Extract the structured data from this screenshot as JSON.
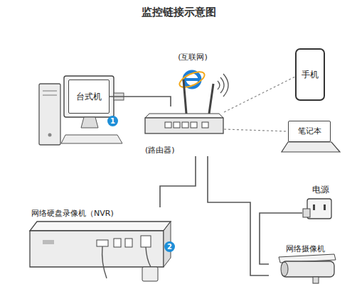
{
  "diagram": {
    "title": "监控链接示意图",
    "nodes": [
      {
        "text": [
          "(互联网)"
        ]
      },
      {
        "text": [
          "台式机"
        ]
      },
      {
        "text": [
          "手机"
        ]
      },
      {
        "text": [
          "(路由器)"
        ]
      },
      {
        "text": [
          "笔记本"
        ]
      },
      {
        "text": [
          "电源"
        ]
      },
      {
        "text": [
          "网络硬盘录像机（NVR)"
        ]
      },
      {
        "text": [
          "网络摄像机"
        ]
      }
    ],
    "edges": [
      {
        "from": 1,
        "to": 3,
        "arrow": "none"
      },
      {
        "from": 3,
        "to": 2,
        "arrow": "none"
      },
      {
        "from": 3,
        "to": 4,
        "arrow": "none"
      },
      {
        "from": 3,
        "to": 6,
        "arrow": "none"
      },
      {
        "from": 3,
        "to": 7,
        "arrow": "none"
      },
      {
        "from": 5,
        "to": 7,
        "arrow": "none"
      }
    ],
    "labels": [
      "1",
      "2"
    ]
  }
}
